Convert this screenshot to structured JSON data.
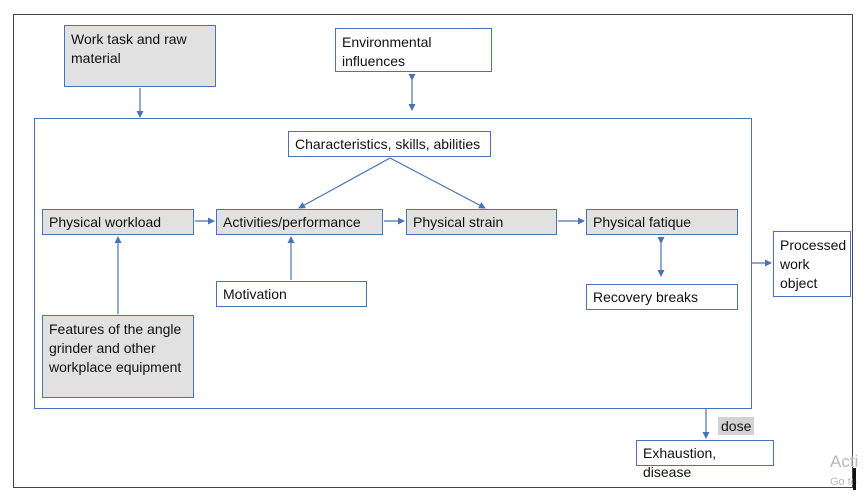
{
  "diagram": {
    "work_task": "Work task and raw material",
    "environmental": "Environmental influences",
    "characteristics": "Characteristics, skills, abilities",
    "physical_workload": "Physical workload",
    "activities": "Activities/performance",
    "physical_strain": "Physical strain",
    "physical_fatigue": "Physical fatique",
    "motivation": "Motivation",
    "recovery_breaks": "Recovery breaks",
    "features": "Features of the angle grinder and other workplace equipment",
    "processed": "Processed work object",
    "dose": "dose",
    "exhaustion": "Exhaustion, disease"
  },
  "watermark": {
    "line1": "Acti",
    "line2": "Go to"
  },
  "colors": {
    "box_border": "#4a72b8",
    "arrow": "#4a72b8",
    "grey_fill": "#e1e1e1",
    "dose_fill": "#d2d2d2"
  }
}
